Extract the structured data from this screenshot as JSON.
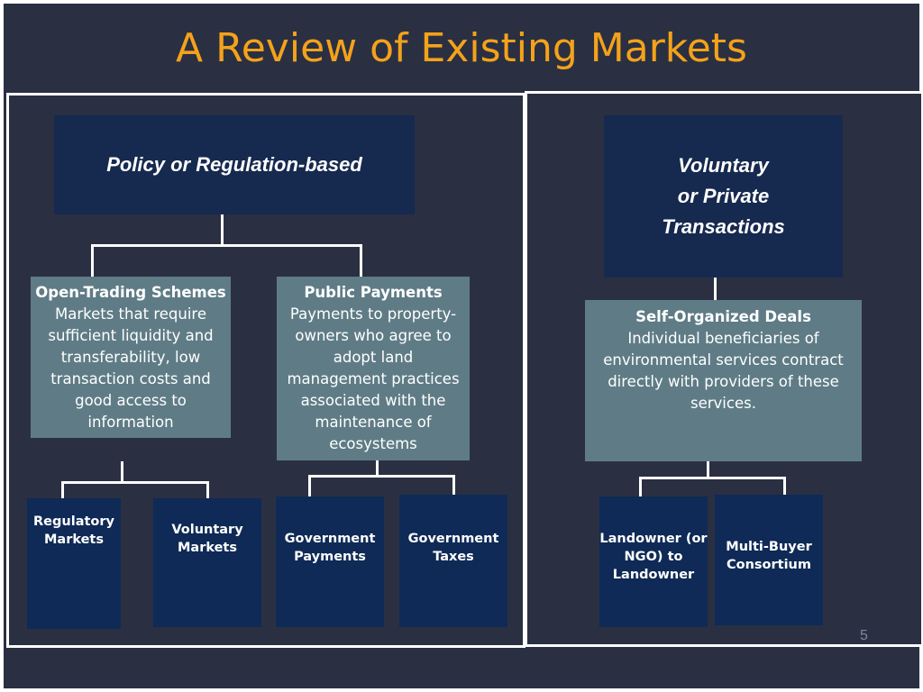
{
  "slide": {
    "title": "A Review of Existing Markets",
    "page_number": "5",
    "colors": {
      "background": "#2a3042",
      "title": "#f5a21a",
      "header_box": "#16294f",
      "category_box": "#5f7c86",
      "leaf_box": "#0f2a56",
      "connector": "#ffffff"
    }
  },
  "policy": {
    "heading": "Policy or Regulation-based",
    "open_trading": {
      "title": "Open-Trading Schemes",
      "lines": [
        "Markets that require",
        "sufficient liquidity and",
        "transferability, low",
        "transaction costs and",
        "good access to",
        "information"
      ]
    },
    "public_payments": {
      "title": "Public Payments",
      "lines": [
        "Payments to property-",
        "owners who agree to",
        "adopt land",
        "management practices",
        "associated with the",
        "maintenance of",
        "ecosystems"
      ]
    },
    "leaves": {
      "regulatory": [
        "Regulatory",
        "Markets"
      ],
      "voluntary": [
        "Voluntary",
        "Markets"
      ],
      "gov_payments": [
        "Government",
        "Payments"
      ],
      "gov_taxes": [
        "Government",
        "Taxes"
      ]
    }
  },
  "voluntary": {
    "heading": [
      "Voluntary",
      "or Private",
      "Transactions"
    ],
    "self_organized": {
      "title": "Self-Organized Deals",
      "lines": [
        "Individual beneficiaries of",
        "environmental services contract",
        "directly with providers of these",
        "services."
      ]
    },
    "leaves": {
      "landowner": [
        "Landowner (or",
        "NGO) to",
        "Landowner"
      ],
      "multi_buyer": [
        "Multi-Buyer",
        "Consortium"
      ]
    }
  }
}
